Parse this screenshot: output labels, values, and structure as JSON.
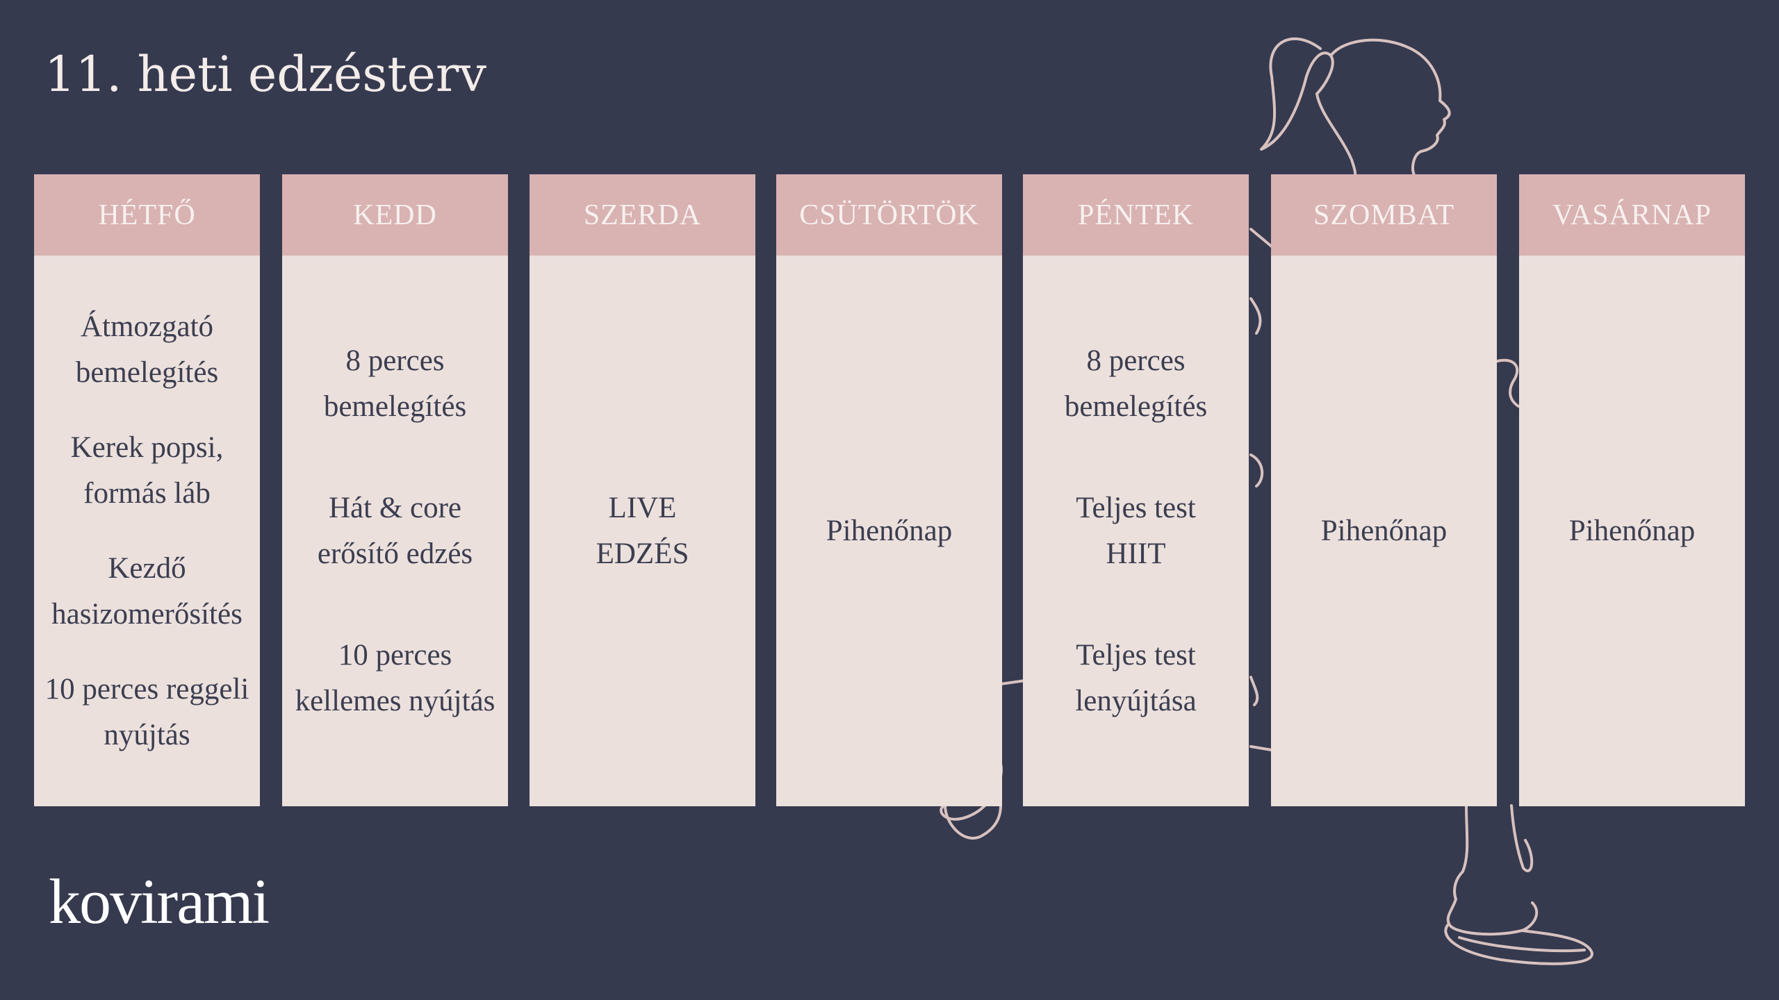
{
  "title": "11. heti edzésterv",
  "brand": "kovirami",
  "colors": {
    "background": "#363a4f",
    "header": "#d9b2b2",
    "card": "#ece0dd",
    "line_art": "#d8c2bf"
  },
  "days": [
    {
      "name": "HÉTFŐ",
      "items": [
        "Átmozgató bemelegítés",
        "Kerek popsi, formás láb",
        "Kezdő hasizomerősítés",
        "10 perces reggeli nyújtás"
      ]
    },
    {
      "name": "KEDD",
      "items": [
        "8 perces bemelegítés",
        "Hát & core erősítő edzés",
        "10 perces kellemes nyújtás"
      ]
    },
    {
      "name": "SZERDA",
      "items": [
        "LIVE EDZÉS"
      ]
    },
    {
      "name": "CSÜTÖRTÖK",
      "items": [
        "Pihenőnap"
      ]
    },
    {
      "name": "PÉNTEK",
      "items": [
        "8 perces bemelegítés",
        "Teljes test HIIT",
        "Teljes test lenyújtása"
      ]
    },
    {
      "name": "SZOMBAT",
      "items": [
        "Pihenőnap"
      ]
    },
    {
      "name": "VASÁRNAP",
      "items": [
        "Pihenőnap"
      ]
    }
  ]
}
